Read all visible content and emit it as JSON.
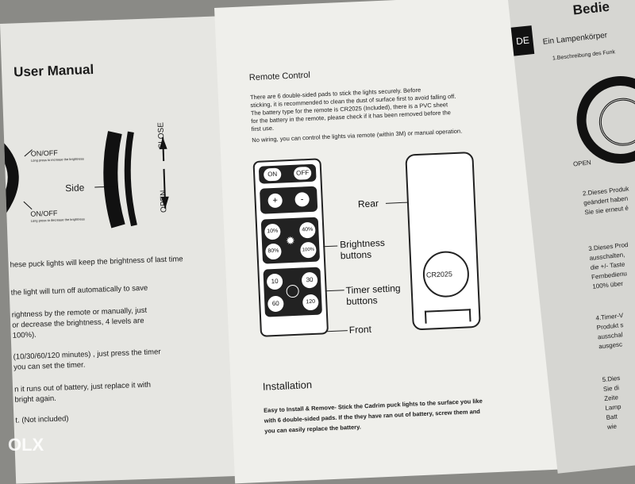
{
  "left": {
    "title": "User Manual",
    "on_off_1": "ON/OFF",
    "on_off_1_note": "Long press to increase the brightness",
    "on_off_2": "ON/OFF",
    "on_off_2_note": "Long press to decrease the brightness",
    "side_label": "Side",
    "close_label": "CLOSE",
    "open_label": "OPEN",
    "lines": [
      "hese puck lights will keep the brightness of last time",
      "the light will turn off automatically to save",
      "rightness by the remote or manually, just",
      "or decrease the brightness, 4 levels are",
      "100%).",
      "(10/30/60/120 minutes) , just press the timer",
      "you can set the timer.",
      "n it runs out of battery, just replace it with",
      "bright again.",
      "t. (Not included)"
    ]
  },
  "middle": {
    "section_title": "Remote Control",
    "para1": [
      "There are 6 double-sided pads to stick the lights securely. Before",
      "sticking, it is recommended to clean the dust of surface first to avoid falling off.",
      "The battery type for the remote is CR2025 (Included), there is a PVC sheet",
      "for the battery in the remote, please check if it has been removed before the",
      "first use."
    ],
    "para2": "No wiring, you can control the lights via remote (within 3M) or manual operation.",
    "buttons": {
      "on": "ON",
      "off": "OFF",
      "plus": "+",
      "minus": "-",
      "b10": "10%",
      "b40": "40%",
      "b80": "80%",
      "b100": "100%",
      "t10": "10",
      "t30": "30",
      "t60": "60",
      "t120": "120"
    },
    "labels": {
      "rear": "Rear",
      "brightness_1": "Brightness",
      "brightness_2": "buttons",
      "timer_1": "Timer setting",
      "timer_2": "buttons",
      "front": "Front",
      "battery": "CR2025"
    },
    "install_title": "Installation",
    "install_text": [
      "Easy to Install & Remove- Stick the  Cadrim puck  lights to the surface you like",
      "with 6 double-sided pads. If the they have ran out of battery, screw them and",
      "you can easily replace the battery."
    ]
  },
  "right": {
    "tab": "DE",
    "title": "Bedie",
    "subtitle": "Ein Lampenkörper",
    "item1": "1.Beschreibung des Funk",
    "open": "OPEN",
    "lines": [
      "2.Dieses Produk",
      "geändert haben",
      "Sie sie erneut é",
      "3.Dieses Prod",
      "ausschalten,",
      "die +/- Taste",
      "Fernbedienu",
      "100% über",
      "4.Timer-V",
      "Produkt s",
      "ausschal",
      "ausgesc",
      "5.Dies",
      "Sie di",
      "Zeite",
      "Lamp",
      "Batt",
      "wie"
    ]
  },
  "watermark": "OLX"
}
